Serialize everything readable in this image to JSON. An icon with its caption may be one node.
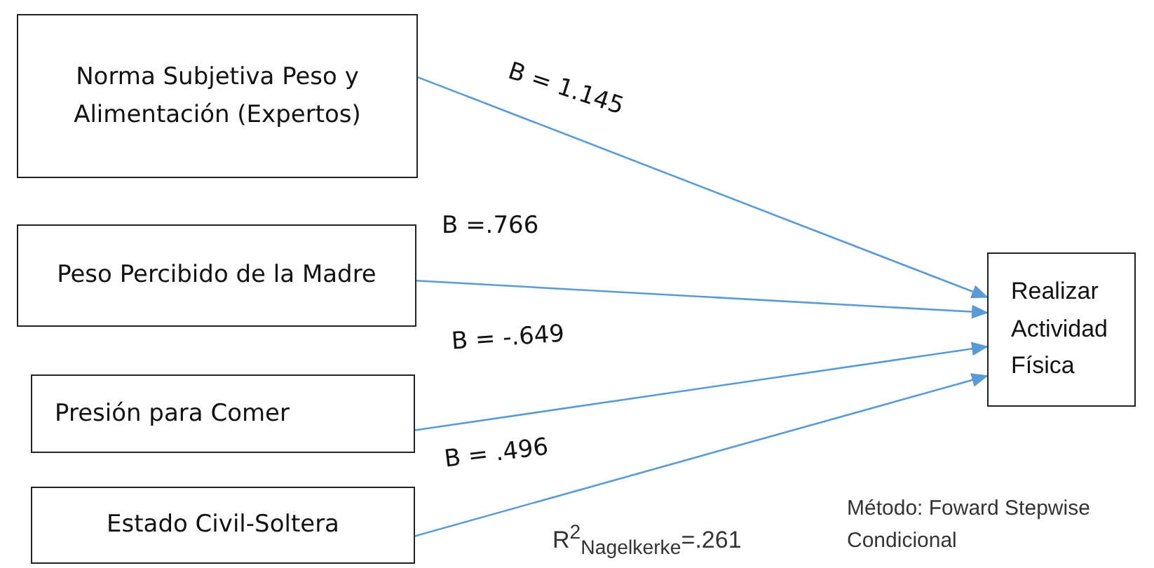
{
  "diagram": {
    "nodes": [
      {
        "text": [
          "Norma Subjetiva Peso y Alimentación (Expertos)"
        ]
      },
      {
        "text": [
          "Peso Percibido de la Madre"
        ]
      },
      {
        "text": [
          "Presión para Comer"
        ]
      },
      {
        "text": [
          "Estado Civil-Soltera"
        ]
      },
      {
        "text": [
          "Realizar Actividad Física"
        ]
      }
    ],
    "edges": [
      {
        "from": 0,
        "to": 4,
        "arrow": "to",
        "label": "B = 1.145"
      },
      {
        "from": 1,
        "to": 4,
        "arrow": "to",
        "label": "B =.766"
      },
      {
        "from": 2,
        "to": 4,
        "arrow": "to",
        "label": "B = -.649"
      },
      {
        "from": 3,
        "to": 4,
        "arrow": "to",
        "label": "B = .496"
      }
    ],
    "labels": [
      "R$^{2}$$_{Nagelkerke}$=.261",
      "Método: Foward Stepwise Condicional"
    ]
  }
}
